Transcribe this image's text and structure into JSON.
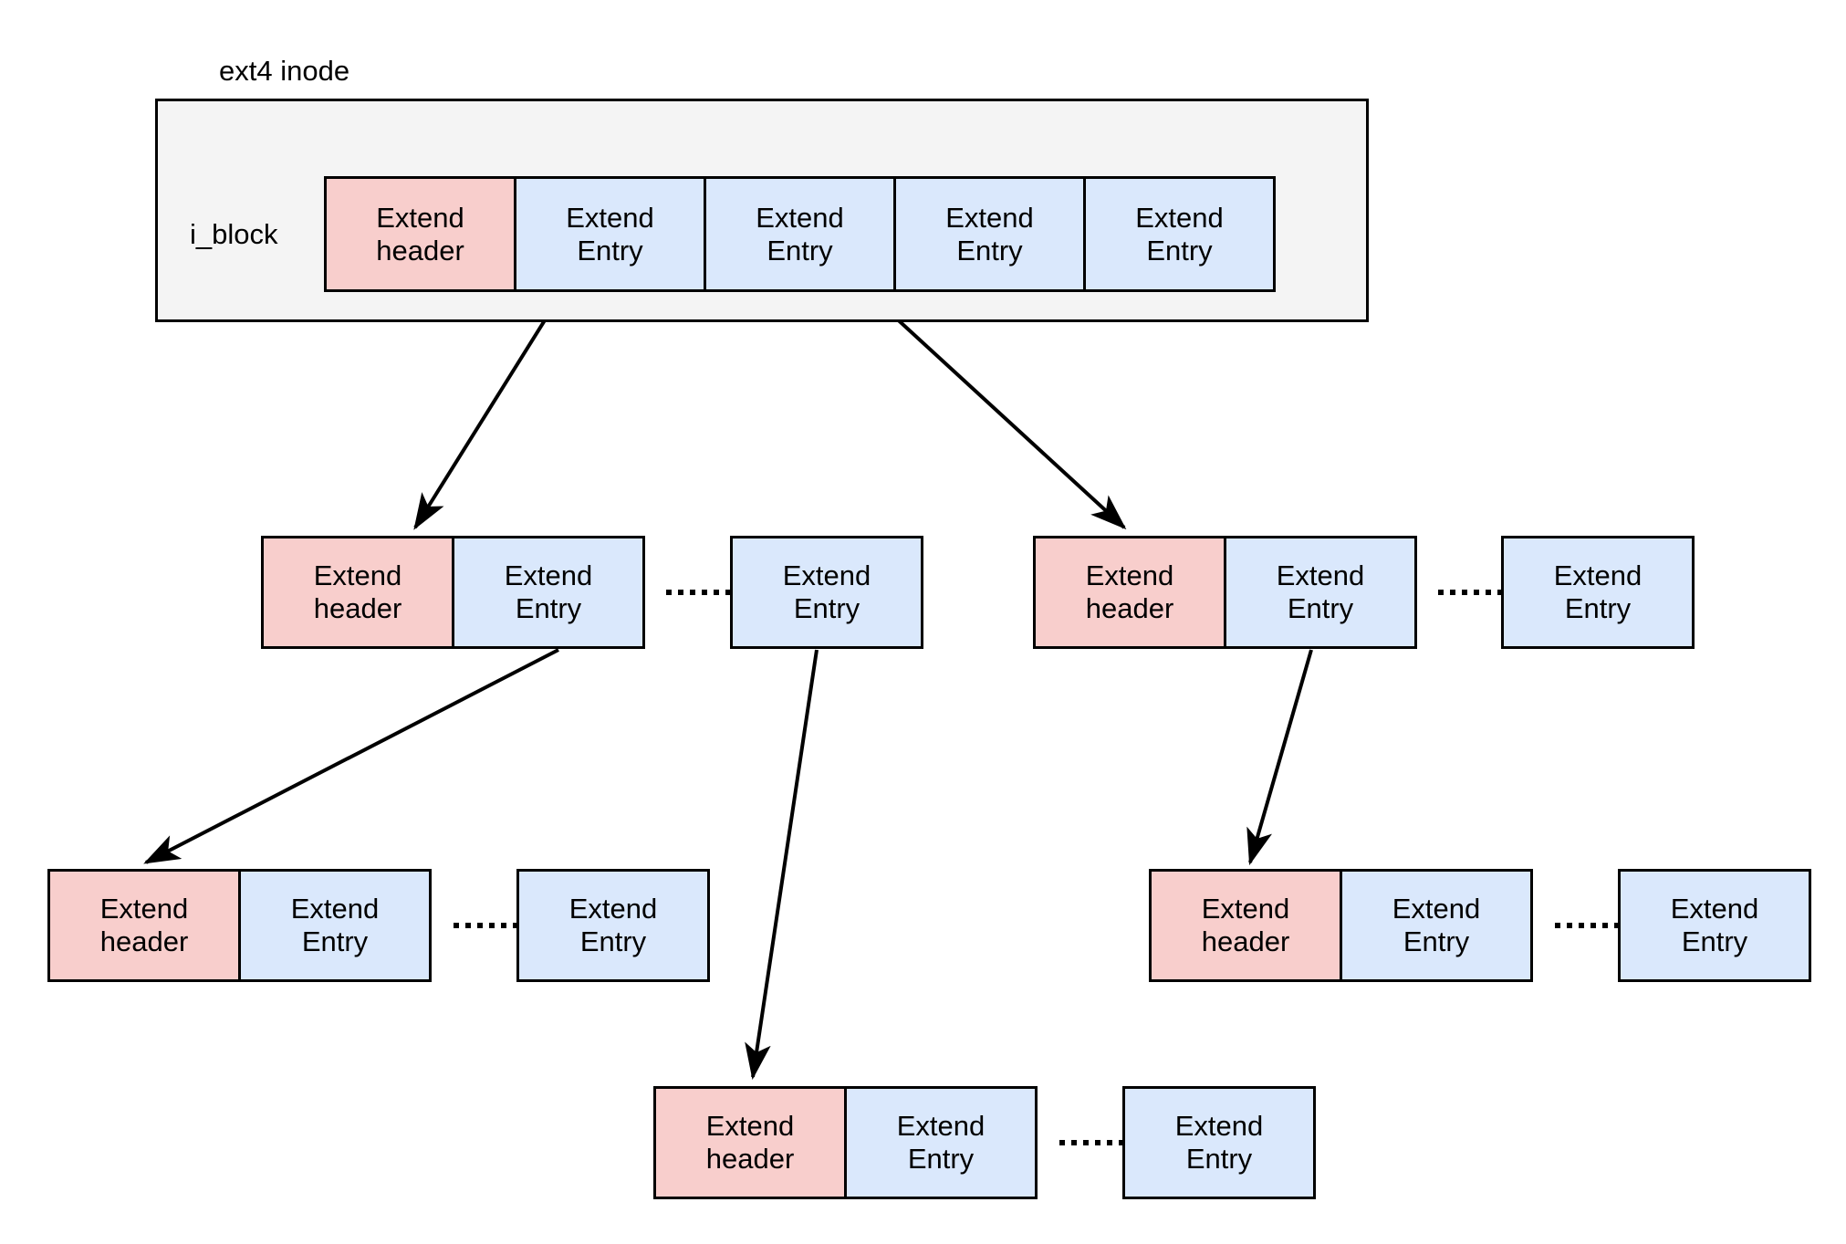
{
  "diagram": {
    "title": "ext4 inode",
    "colors": {
      "header_fill": "#f8cecc",
      "entry_fill": "#dae8fc",
      "panel_fill": "#f4f4f4",
      "stroke": "#000000",
      "background": "#ffffff"
    },
    "labels": {
      "extend_header_line1": "Extend",
      "extend_header_line2": "header",
      "extend_entry_line1": "Extend",
      "extend_entry_line2": "Entry",
      "i_block": "i_block"
    },
    "inode": {
      "panel_label": "i_block",
      "cells": [
        {
          "type": "header",
          "line1": "Extend",
          "line2": "header"
        },
        {
          "type": "entry",
          "line1": "Extend",
          "line2": "Entry"
        },
        {
          "type": "entry",
          "line1": "Extend",
          "line2": "Entry"
        },
        {
          "type": "entry",
          "line1": "Extend",
          "line2": "Entry"
        },
        {
          "type": "entry",
          "line1": "Extend",
          "line2": "Entry"
        }
      ]
    },
    "level2": {
      "left_block": {
        "cells": [
          {
            "type": "header",
            "line1": "Extend",
            "line2": "header"
          },
          {
            "type": "entry",
            "line1": "Extend",
            "line2": "Entry"
          }
        ],
        "ellipsis": "......",
        "tail": {
          "type": "entry",
          "line1": "Extend",
          "line2": "Entry"
        }
      },
      "right_block": {
        "cells": [
          {
            "type": "header",
            "line1": "Extend",
            "line2": "header"
          },
          {
            "type": "entry",
            "line1": "Extend",
            "line2": "Entry"
          }
        ],
        "ellipsis": "......",
        "tail": {
          "type": "entry",
          "line1": "Extend",
          "line2": "Entry"
        }
      }
    },
    "level3": {
      "left_block": {
        "cells": [
          {
            "type": "header",
            "line1": "Extend",
            "line2": "header"
          },
          {
            "type": "entry",
            "line1": "Extend",
            "line2": "Entry"
          }
        ],
        "ellipsis": "......",
        "tail": {
          "type": "entry",
          "line1": "Extend",
          "line2": "Entry"
        }
      },
      "right_block": {
        "cells": [
          {
            "type": "header",
            "line1": "Extend",
            "line2": "header"
          },
          {
            "type": "entry",
            "line1": "Extend",
            "line2": "Entry"
          }
        ],
        "ellipsis": "......",
        "tail": {
          "type": "entry",
          "line1": "Extend",
          "line2": "Entry"
        }
      }
    },
    "level4": {
      "center_block": {
        "cells": [
          {
            "type": "header",
            "line1": "Extend",
            "line2": "header"
          },
          {
            "type": "entry",
            "line1": "Extend",
            "line2": "Entry"
          }
        ],
        "ellipsis": "......",
        "tail": {
          "type": "entry",
          "line1": "Extend",
          "line2": "Entry"
        }
      }
    }
  }
}
